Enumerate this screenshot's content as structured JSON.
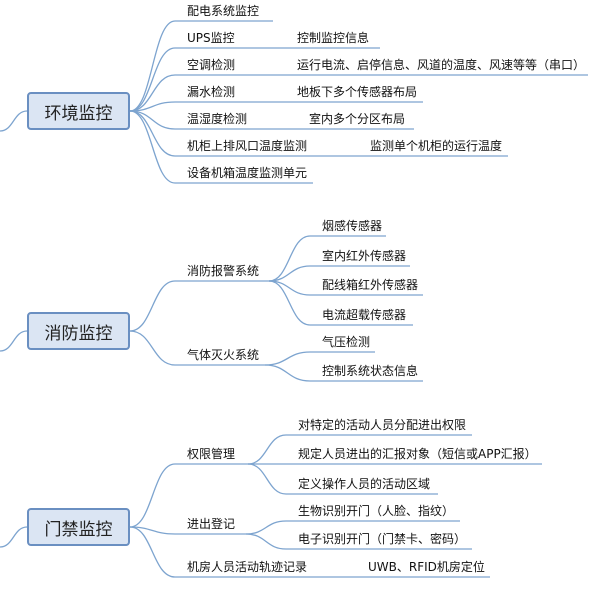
{
  "sections": [
    {
      "title": "环境监控",
      "items": [
        {
          "text": "配电系统监控",
          "children": []
        },
        {
          "text": "UPS监控",
          "children": [
            "控制监控信息"
          ]
        },
        {
          "text": "空调检测",
          "children": [
            "运行电流、启停信息、风道的温度、风速等等（串口）"
          ]
        },
        {
          "text": "漏水检测",
          "children": [
            "地板下多个传感器布局"
          ]
        },
        {
          "text": "温湿度检测",
          "children": [
            "室内多个分区布局"
          ]
        },
        {
          "text": "机柜上排风口温度监测",
          "children": [
            "监测单个机柜的运行温度"
          ]
        },
        {
          "text": "设备机箱温度监测单元",
          "children": []
        }
      ]
    },
    {
      "title": "消防监控",
      "items": [
        {
          "text": "消防报警系统",
          "children": [
            "烟感传感器",
            "室内红外传感器",
            "配线箱红外传感器",
            "电流超载传感器"
          ]
        },
        {
          "text": "气体灭火系统",
          "children": [
            "气压检测",
            "控制系统状态信息"
          ]
        }
      ]
    },
    {
      "title": "门禁监控",
      "items": [
        {
          "text": "权限管理",
          "children": [
            "对特定的活动人员分配进出权限",
            "规定人员进出的汇报对象（短信或APP汇报）",
            "定义操作人员的活动区域"
          ]
        },
        {
          "text": "进出登记",
          "children": [
            "生物识别开门（人脸、指纹）",
            "电子识别开门（门禁卡、密码）"
          ]
        },
        {
          "text": "机房人员活动轨迹记录",
          "children": [
            "UWB、RFID机房定位"
          ]
        }
      ]
    }
  ],
  "colors": {
    "line": "#7da4cf",
    "node_fill": "#dbe5f3",
    "node_border": "#6a8fc1"
  }
}
